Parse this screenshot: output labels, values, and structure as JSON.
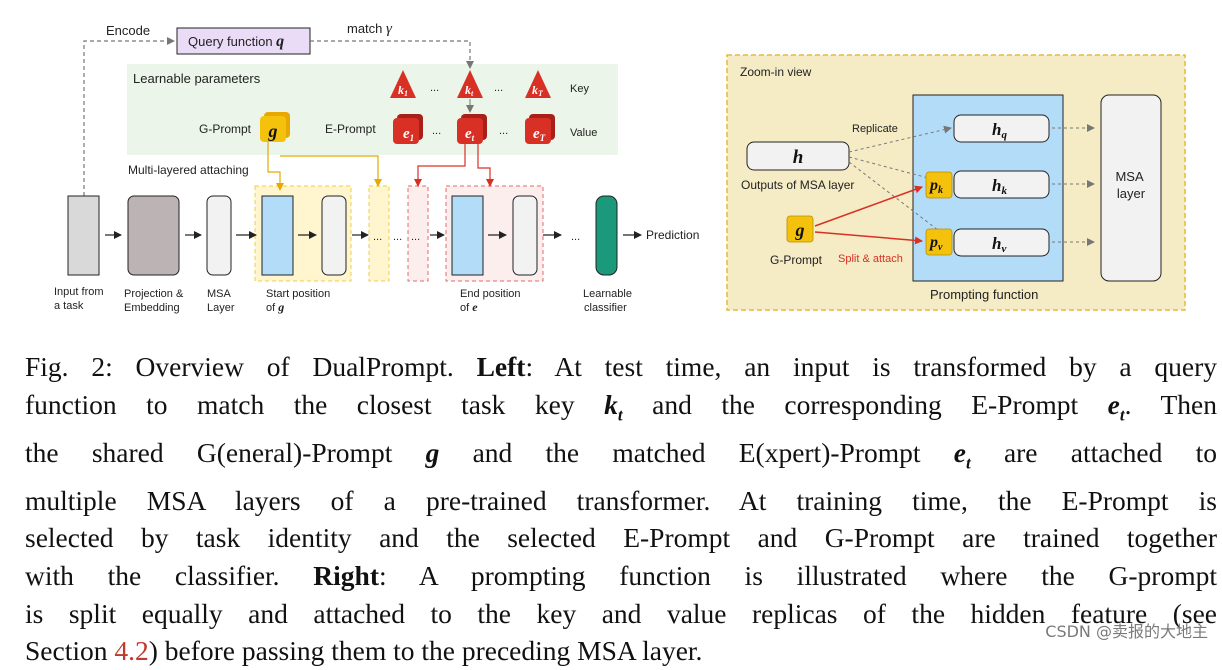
{
  "left": {
    "encode": "Encode",
    "query_function": "Query function",
    "query_symbol": "q",
    "match": "match",
    "match_symbol": "γ",
    "learnable_parameters": "Learnable parameters",
    "key_symbols": [
      "k",
      "k",
      "k"
    ],
    "key_subscripts": [
      "1",
      "t",
      "T"
    ],
    "value_symbols": [
      "e",
      "e",
      "e"
    ],
    "value_subscripts": [
      "1",
      "t",
      "T"
    ],
    "ellipsis": "...",
    "key_label": "Key",
    "value_label": "Value",
    "g_prompt_label": "G-Prompt",
    "g_symbol": "g",
    "e_prompt_label": "E-Prompt",
    "multi_layered": "Multi-layered attaching",
    "prediction": "Prediction",
    "captions": {
      "input": [
        "Input from",
        "a task"
      ],
      "projection": [
        "Projection &",
        "Embedding"
      ],
      "msa": [
        "MSA",
        "Layer"
      ],
      "start": [
        "Start position",
        "of "
      ],
      "start_symbol": "g",
      "end": [
        "End position",
        "of "
      ],
      "end_symbol": "e",
      "classifier": [
        "Learnable",
        "classifier"
      ]
    }
  },
  "right": {
    "zoom": "Zoom-in view",
    "h": "h",
    "outputs": "Outputs of MSA layer",
    "replicate": "Replicate",
    "hq": "h",
    "hq_sub": "q",
    "hk": "h",
    "hk_sub": "k",
    "hv": "h",
    "hv_sub": "v",
    "pk": "p",
    "pk_sub": "k",
    "pv": "p",
    "pv_sub": "v",
    "g": "g",
    "g_prompt": "G-Prompt",
    "split": "Split & attach",
    "prompting_function": "Prompting function",
    "msa_layer": [
      "MSA",
      "layer"
    ]
  },
  "caption": {
    "l1a": "Fig. 2: Overview of DualPrompt. ",
    "l1b": "Left",
    "l1c": ": At test time, an input is transformed by a query",
    "l2a": "function to match the closest task key ",
    "l2k": "k",
    "l2ks": "t",
    "l2b": " and the corresponding E-Prompt ",
    "l2e": "e",
    "l2es": "t",
    "l2c": ". Then",
    "l3a": "the shared G(eneral)-Prompt ",
    "l3g": "g",
    "l3b": " and the matched E(xpert)-Prompt ",
    "l3e": "e",
    "l3es": "t",
    "l3c": " are attached to",
    "l4": "multiple MSA layers of a pre-trained transformer. At training time, the E-Prompt is",
    "l5": "selected by task identity and the selected E-Prompt and G-Prompt are trained together",
    "l6a": "with the classifier. ",
    "l6b": "Right",
    "l6c": ": A prompting function is illustrated where the G-prompt",
    "l7": "is split equally and attached to the key and value replicas of the hidden feature (see",
    "l8a": "Section ",
    "l8s": "4.2",
    "l8b": ") before passing them to the preceding MSA layer."
  },
  "watermark": "CSDN @卖报的大地主",
  "colors": {
    "learnable_bg": "#ecf5e9",
    "query_box": "#eadcf7",
    "key_red": "#d93025",
    "g_yellow": "#f4c20d",
    "start_bg": "#fff6cf",
    "end_bg": "#fdeeee",
    "blue": "#b3dcf9",
    "classifier": "#1a9a7a",
    "zoom_bg": "#f5ebc4",
    "zoom_border": "#e6b93a"
  }
}
